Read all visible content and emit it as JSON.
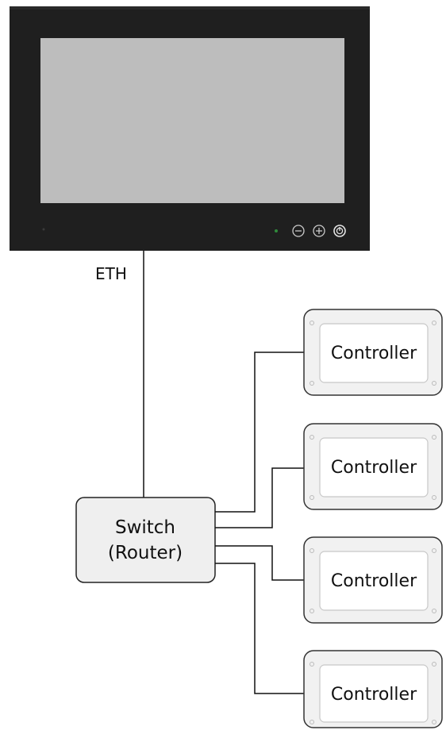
{
  "diagram": {
    "eth_label": "ETH",
    "switch": {
      "line1": "Switch",
      "line2": "(Router)"
    },
    "controllers": [
      {
        "label": "Controller"
      },
      {
        "label": "Controller"
      },
      {
        "label": "Controller"
      },
      {
        "label": "Controller"
      }
    ],
    "colors": {
      "monitor_bezel": "#1f1f1f",
      "monitor_screen": "#bdbdbd",
      "switch_fill": "#efefef",
      "controller_outer": "#f1f1f1",
      "controller_inner": "#ffffff",
      "line": "#111111",
      "power_led": "#2f8a3a"
    },
    "icons": [
      "minus-icon",
      "plus-icon",
      "power-icon"
    ]
  }
}
